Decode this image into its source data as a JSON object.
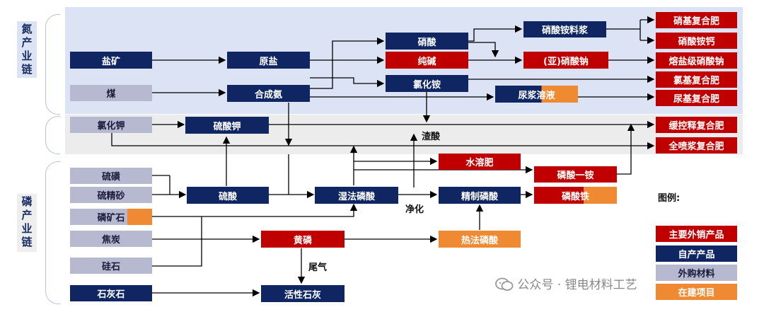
{
  "sections": {
    "nitrogen": "氮产业链",
    "phosphorus": "磷产业链"
  },
  "nodes": {
    "salt_mine": "盐矿",
    "coal": "煤",
    "raw_salt": "原盐",
    "synthetic_ammonia": "合成氨",
    "nitric_acid": "硝酸",
    "soda_ash": "纯碱",
    "ammonium_chloride": "氯化铵",
    "ammonium_nitrate_slurry": "硝酸铵料浆",
    "sodium_nitrite_nitrate": "(亚)硝酸钠",
    "urea_solution": "尿浆溶液",
    "nitro_compound_fertilizer": "硝基复合肥",
    "calcium_ammonium_nitrate": "硝酸铵钙",
    "molten_salt_sodium_nitrate": "熔盐级硝酸钠",
    "chloro_compound_fertilizer": "氯基复合肥",
    "urea_compound_fertilizer": "尿基复合肥",
    "potassium_chloride": "氯化钾",
    "potassium_sulfate": "硫酸钾",
    "slag_acid": "渣酸",
    "controlled_release_fertilizer": "缓控释复合肥",
    "full_slurry_fertilizer": "全喷浆复合肥",
    "sulfur": "硫磺",
    "sulfur_concentrate": "硫精砂",
    "phosphate_rock": "磷矿石",
    "coke": "焦炭",
    "silica": "硅石",
    "limestone": "石灰石",
    "sulfuric_acid": "硫酸",
    "wet_phosphoric_acid": "湿法磷酸",
    "purification": "净化",
    "purified_phosphoric_acid": "精制磷酸",
    "water_soluble_fertilizer": "水溶肥",
    "monoammonium_phosphate": "磷酸一铵",
    "iron_phosphate": "磷酸铁",
    "yellow_phosphorus": "黄磷",
    "thermal_phosphoric_acid": "热法磷酸",
    "tail_gas": "尾气",
    "active_lime": "活性石灰"
  },
  "legend": {
    "title": "图例:",
    "items": [
      {
        "label": "主要外销产品",
        "color": "#c00000"
      },
      {
        "label": "自产产品",
        "color": "#0f2663"
      },
      {
        "label": "外购材料",
        "color": "#b7b9d1"
      },
      {
        "label": "在建项目",
        "color": "#f08a32"
      }
    ]
  },
  "watermark": "公众号 · 锂电材料工艺",
  "colors": {
    "navy": "#0f2663",
    "red": "#c00000",
    "grey": "#b7b9d1",
    "orange": "#f08a32",
    "band_blue": "#dce3f5",
    "band_grey": "#ececec"
  }
}
